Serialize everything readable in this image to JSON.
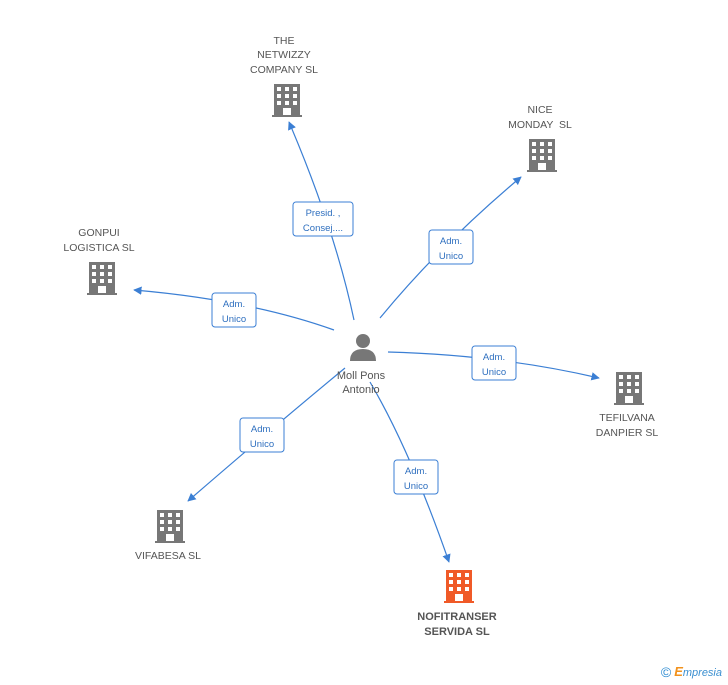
{
  "center": {
    "name_line1": "Moll Pons",
    "name_line2": "Antonio",
    "icon": "person-icon"
  },
  "companies": [
    {
      "id": "netwizzy",
      "lines": [
        "THE",
        "NETWIZZY",
        "COMPANY SL"
      ],
      "role": [
        "Presid. ,",
        "Consej...."
      ],
      "highlight": false
    },
    {
      "id": "nice",
      "lines": [
        "NICE",
        "MONDAY  SL"
      ],
      "role": [
        "Adm.",
        "Unico"
      ],
      "highlight": false
    },
    {
      "id": "gonpui",
      "lines": [
        "GONPUI",
        "LOGISTICA SL"
      ],
      "role": [
        "Adm.",
        "Unico"
      ],
      "highlight": false
    },
    {
      "id": "tefilvana",
      "lines": [
        "TEFILVANA",
        "DANPIER SL"
      ],
      "role": [
        "Adm.",
        "Unico"
      ],
      "highlight": false
    },
    {
      "id": "vifabesa",
      "lines": [
        "VIFABESA SL"
      ],
      "role": [
        "Adm.",
        "Unico"
      ],
      "highlight": false
    },
    {
      "id": "nofitranser",
      "lines": [
        "NOFITRANSER",
        "SERVIDA SL"
      ],
      "role": [
        "Adm.",
        "Unico"
      ],
      "highlight": true
    }
  ],
  "colors": {
    "edge": "#3b7fd4",
    "building": "#777777",
    "building_highlight": "#f05a28",
    "label_border": "#3b7fd4"
  },
  "watermark": {
    "symbol": "©",
    "brand_initial": "E",
    "brand_rest": "mpresia"
  }
}
